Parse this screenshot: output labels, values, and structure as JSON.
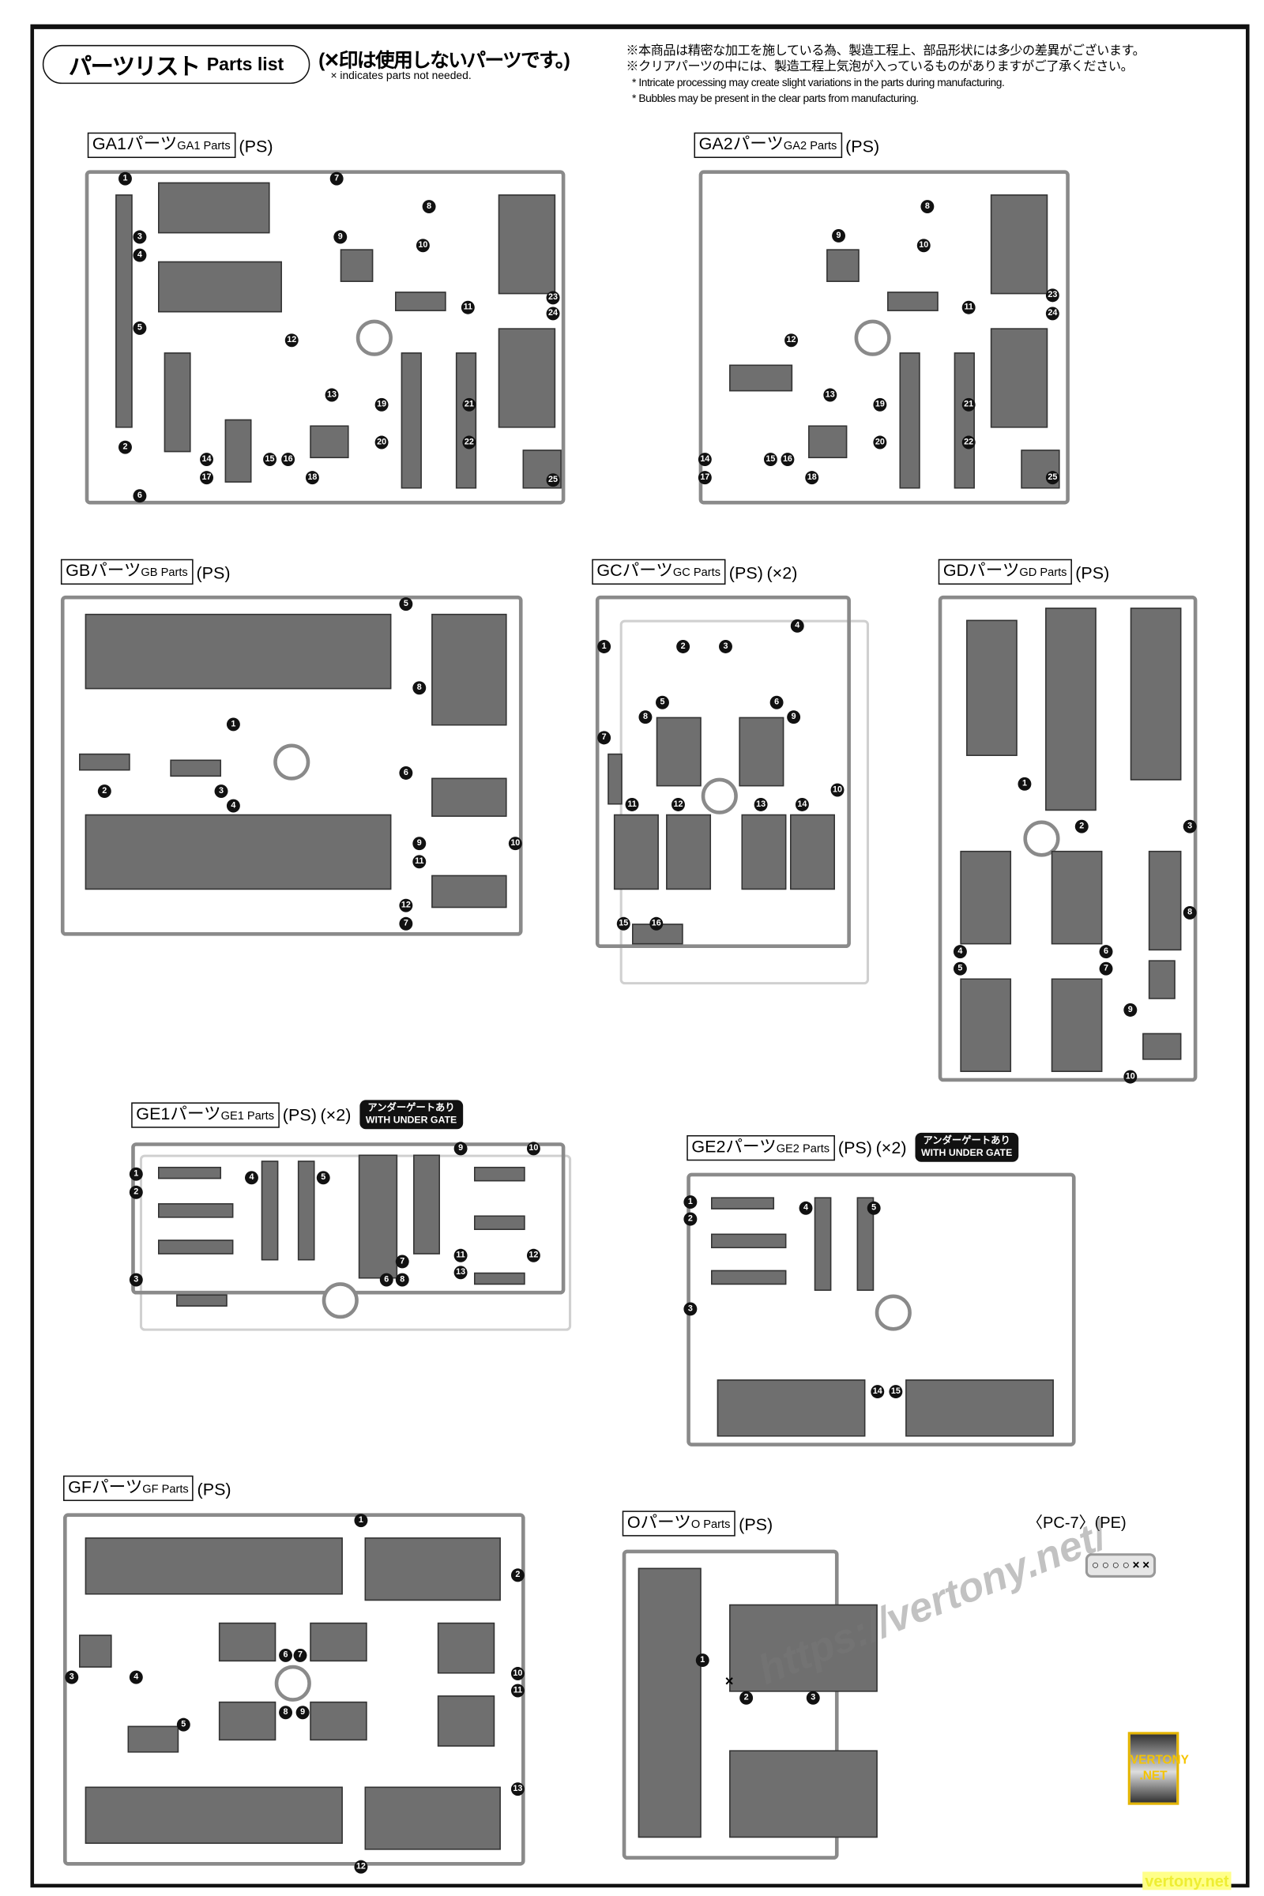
{
  "header": {
    "title_ja": "パーツリスト",
    "title_en": "Parts list",
    "note_ja": "(✕印は使用しないパーツです。)",
    "note_en": "× indicates parts not needed.",
    "notes": [
      "※本商品は精密な加工を施している為、製造工程上、部品形状には多少の差異がございます。",
      "※クリアパーツの中には、製造工程上気泡が入っているものがありますがご了承ください。",
      "* Intricate processing may create slight variations in the parts during manufacturing.",
      "* Bubbles may be present in the clear parts from manufacturing."
    ]
  },
  "runners": {
    "GA1": {
      "label_ja": "GA1パーツ",
      "label_en": "GA1 Parts",
      "material": "(PS)",
      "parts": [
        1,
        2,
        3,
        4,
        5,
        6,
        7,
        8,
        9,
        10,
        11,
        12,
        13,
        14,
        15,
        16,
        17,
        18,
        19,
        20,
        21,
        22,
        23,
        24,
        25
      ]
    },
    "GA2": {
      "label_ja": "GA2パーツ",
      "label_en": "GA2 Parts",
      "material": "(PS)",
      "parts": [
        8,
        9,
        10,
        11,
        12,
        13,
        14,
        15,
        16,
        17,
        18,
        19,
        20,
        21,
        22,
        23,
        24,
        25
      ]
    },
    "GB": {
      "label_ja": "GBパーツ",
      "label_en": "GB Parts",
      "material": "(PS)",
      "parts": [
        1,
        2,
        3,
        4,
        5,
        6,
        7,
        8,
        9,
        10,
        11,
        12
      ]
    },
    "GC": {
      "label_ja": "GCパーツ",
      "label_en": "GC Parts",
      "material": "(PS)",
      "multiplier": "(×2)",
      "parts": [
        1,
        2,
        3,
        4,
        5,
        6,
        7,
        8,
        9,
        10,
        11,
        12,
        13,
        14,
        15,
        16
      ]
    },
    "GD": {
      "label_ja": "GDパーツ",
      "label_en": "GD Parts",
      "material": "(PS)",
      "parts": [
        1,
        2,
        3,
        4,
        5,
        6,
        7,
        8,
        9,
        10
      ]
    },
    "GE1": {
      "label_ja": "GE1パーツ",
      "label_en": "GE1 Parts",
      "material": "(PS)",
      "multiplier": "(×2)",
      "badge_ja": "アンダーゲートあり",
      "badge_en": "WITH UNDER GATE",
      "parts": [
        1,
        2,
        3,
        4,
        5,
        6,
        7,
        8,
        9,
        10,
        11,
        12,
        13
      ]
    },
    "GE2": {
      "label_ja": "GE2パーツ",
      "label_en": "GE2 Parts",
      "material": "(PS)",
      "multiplier": "(×2)",
      "badge_ja": "アンダーゲートあり",
      "badge_en": "WITH UNDER GATE",
      "parts": [
        1,
        2,
        3,
        4,
        5,
        14,
        15
      ]
    },
    "GF": {
      "label_ja": "GFパーツ",
      "label_en": "GF Parts",
      "material": "(PS)",
      "parts": [
        1,
        2,
        3,
        4,
        5,
        6,
        7,
        8,
        9,
        10,
        11,
        12,
        13
      ]
    },
    "O": {
      "label_ja": "Oパーツ",
      "label_en": "O Parts",
      "material": "(PS)",
      "parts": [
        1,
        2,
        3
      ],
      "unused_mark": "×"
    }
  },
  "pc7": {
    "label": "〈PC-7〉(PE)",
    "marks": [
      "○",
      "○",
      "○",
      "○",
      "×",
      "×"
    ]
  },
  "watermark": {
    "url": "https://vertony.net/",
    "logo_line1": "VERTONY",
    "logo_line2": ".NET",
    "footer": "vertony.net"
  }
}
